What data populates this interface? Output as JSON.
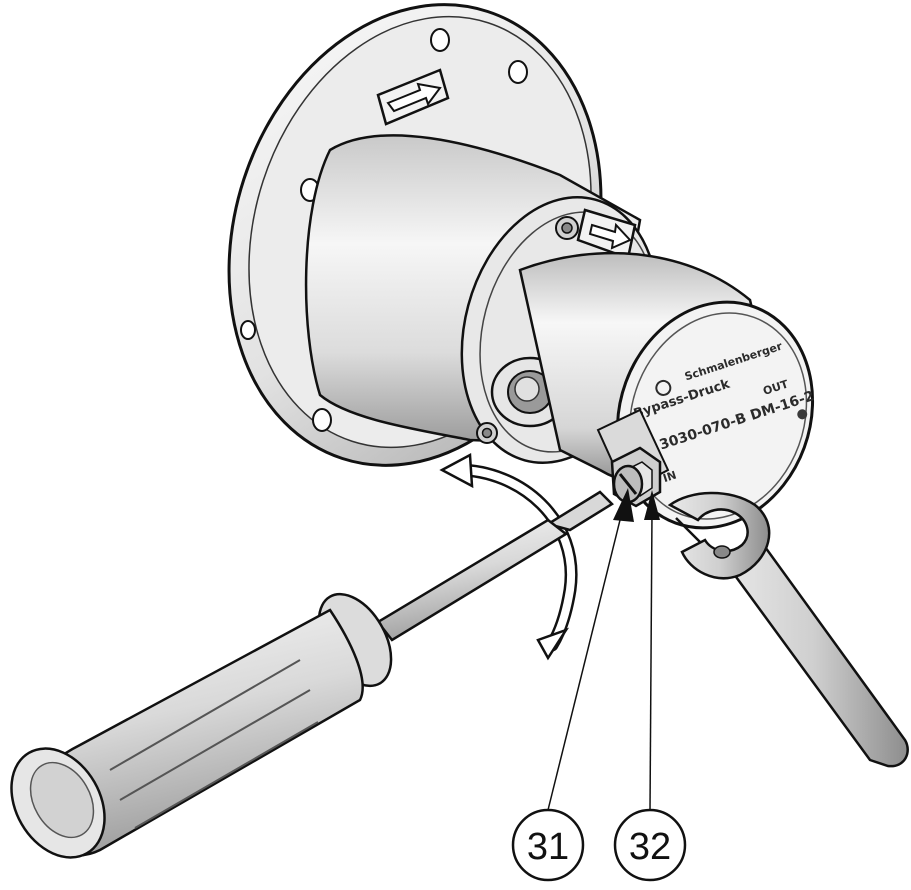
{
  "callouts": [
    {
      "label": "31"
    },
    {
      "label": "32"
    }
  ],
  "nameplate": {
    "brand": "Schmalenberger",
    "bypass": "Bypass-Druck",
    "model": "3030-070-B DM-16-2",
    "port_out": "OUT",
    "port_in": "IN"
  },
  "colors": {
    "line": "#111111",
    "metal_light": "#f4f4f4",
    "metal_mid": "#cfcfcf",
    "metal_dark": "#8a8a8a"
  }
}
